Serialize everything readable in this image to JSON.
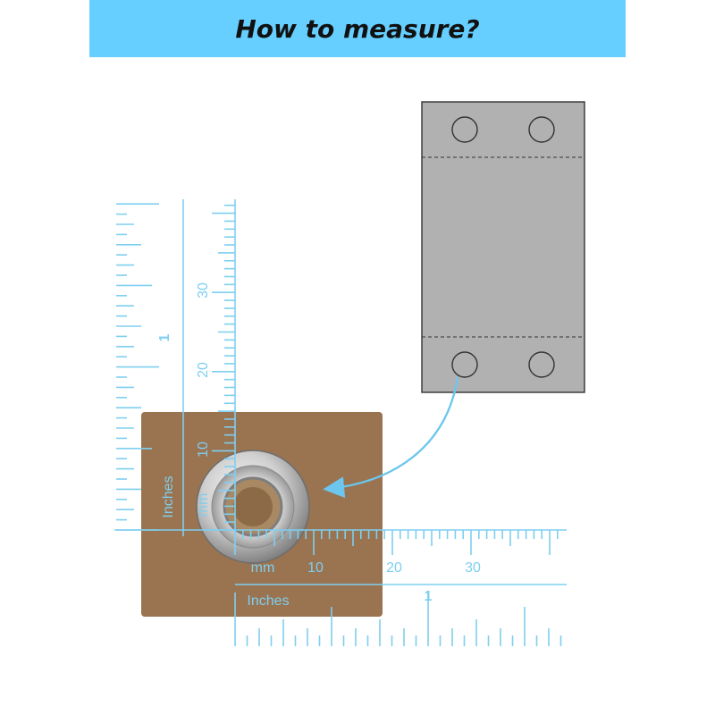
{
  "title": "How to measure?",
  "colors": {
    "banner": "#66cfff",
    "ruler": "#7ecff0",
    "fabric": "#9a7350",
    "panel": "#b1b1b1",
    "arrow": "#6cc6ee"
  },
  "ruler": {
    "inches_label": "Inches",
    "mm_label": "mm",
    "mm_ticks": [
      "10",
      "20",
      "30"
    ],
    "inch_tick": "1"
  },
  "diagram": {
    "panel": "curtain-tab-panel",
    "grommet": "metal-grommet"
  }
}
